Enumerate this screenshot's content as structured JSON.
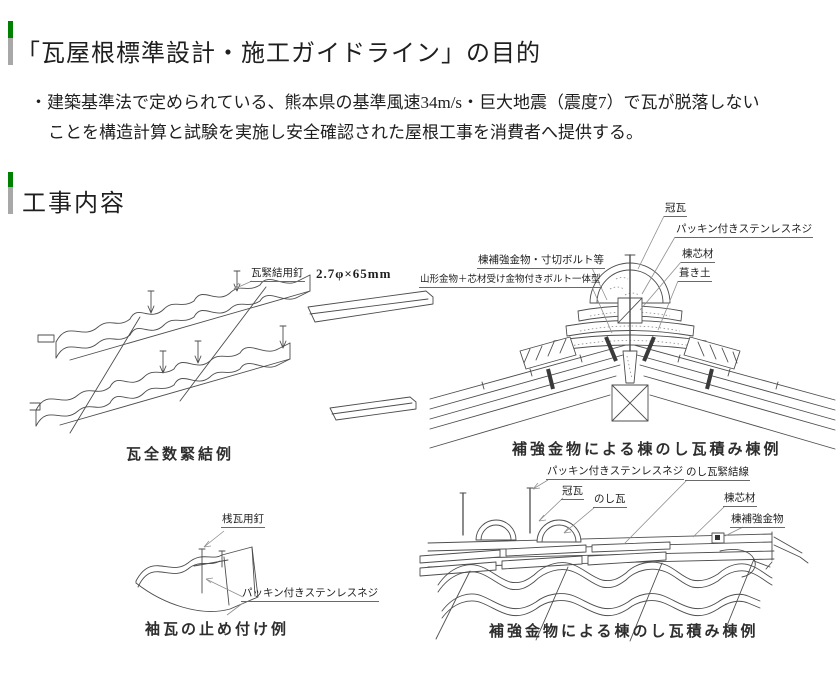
{
  "colors": {
    "accent_green": "#008000",
    "bar_gray": "#a8a8a8",
    "ink": "#1f1f1f",
    "line": "#4d4d4d"
  },
  "header": {
    "title": "「瓦屋根標準設計・施工ガイドライン」の目的"
  },
  "intro": {
    "line1": "・建築基準法で定められている、熊本県の基準風速34m/s・巨大地震（震度7）で瓦が脱落しない",
    "line2": "ことを構造計算と試験を実施し安全確認された屋根工事を消費者へ提供する。"
  },
  "section": {
    "title": "工事内容"
  },
  "diagrams": {
    "tile_fastening": {
      "caption": "瓦全数緊結例",
      "labels": {
        "nail": "瓦緊結用釘",
        "nail_spec": "2.7φ×65mm"
      }
    },
    "ridge_cross_section": {
      "caption": "補強金物による棟のし瓦積み棟例",
      "labels": {
        "kanmuri_gawara": "冠瓦",
        "packing_screw": "パッキン付きステンレスネジ",
        "mune_hardware": "棟補強金物・寸切ボルト等",
        "yamagata_hardware": "山形金物＋芯材受け金物付きボルト一体型",
        "mune_shinzai": "棟芯材",
        "fukido": "葺き土"
      }
    },
    "sode_tile": {
      "caption": "袖瓦の止め付け例",
      "labels": {
        "san_nail": "桟瓦用釘",
        "packing_screw": "パッキン付きステンレスネジ"
      }
    },
    "ridge_side": {
      "caption": "補強金物による棟のし瓦積み棟例",
      "labels": {
        "packing_screw": "パッキン付きステンレスネジ",
        "noshi_wire": "のし瓦緊結線",
        "kanmuri_gawara": "冠瓦",
        "noshi_gawara": "のし瓦",
        "mune_shinzai": "棟芯材",
        "mune_hardware": "棟補強金物"
      }
    }
  }
}
